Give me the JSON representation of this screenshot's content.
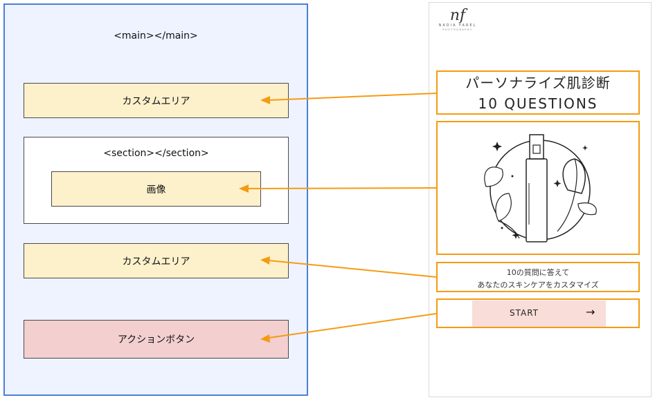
{
  "wireframe": {
    "main_label": "<main></main>",
    "custom_area_1": "カスタムエリア",
    "section_label": "<section></section>",
    "image_label": "画像",
    "custom_area_2": "カスタムエリア",
    "action_button": "アクションボタン"
  },
  "mockup": {
    "logo_mark": "nf",
    "logo_name": "NADIA FAREL",
    "logo_sub": "PHOTOGRAPHY",
    "title_main": "パーソナライズ肌診断",
    "title_sub": "10 QUESTIONS",
    "description_line1": "10の質問に答えて",
    "description_line2": "あなたのスキンケアをカスタマイズ",
    "start_label": "START",
    "start_arrow": "→"
  },
  "colors": {
    "connector": "#f59b11",
    "main_panel_border": "#4a7fd4",
    "main_panel_fill": "#eef3ff",
    "custom_area_fill": "#fdf1cc",
    "action_fill": "#f3cfcf",
    "start_button_fill": "#f9ddd8"
  }
}
